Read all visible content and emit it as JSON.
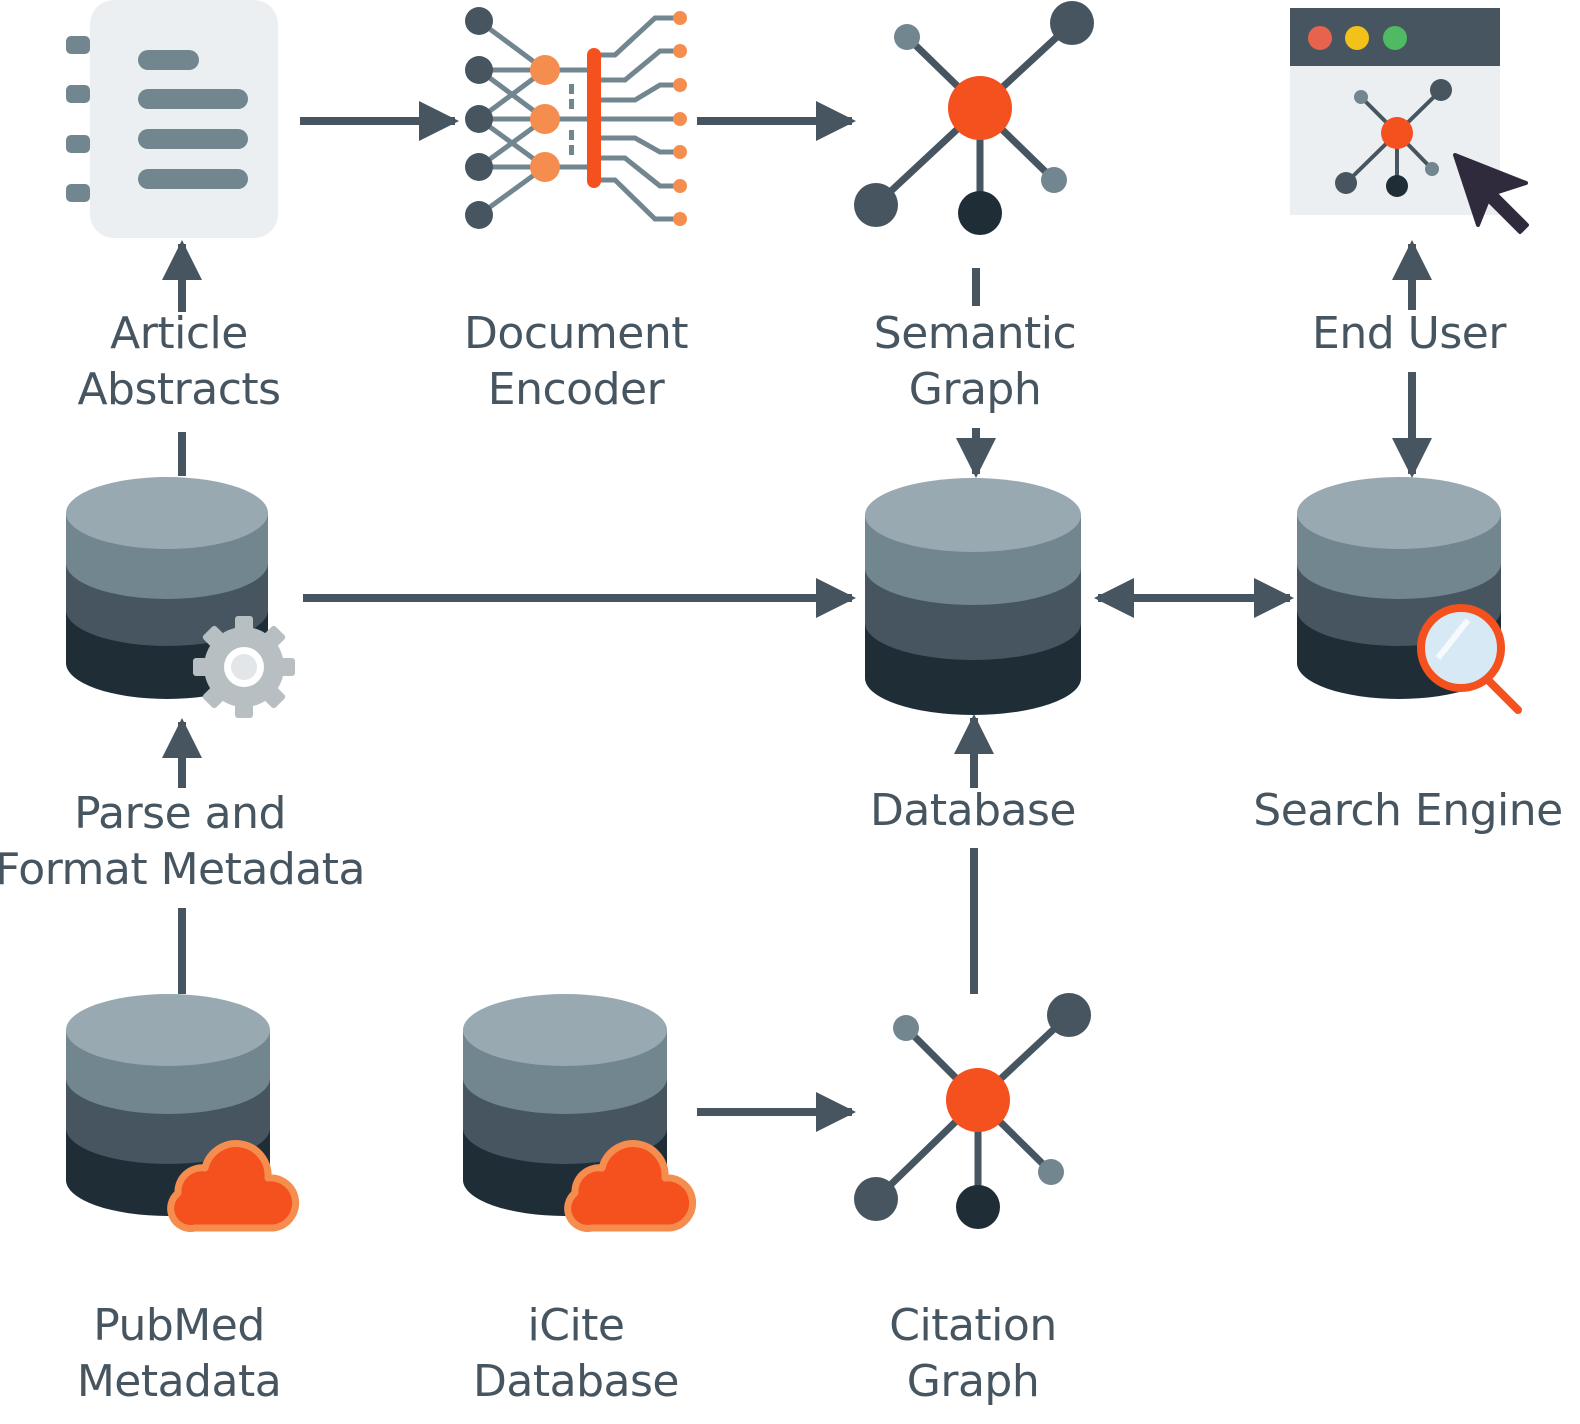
{
  "nodes": {
    "article_abstracts": {
      "label": [
        "Article",
        "Abstracts"
      ],
      "icon": "document-icon"
    },
    "document_encoder": {
      "label": [
        "Document",
        "Encoder"
      ],
      "icon": "neural-network-icon"
    },
    "semantic_graph": {
      "label": [
        "Semantic",
        "Graph"
      ],
      "icon": "network-graph-icon"
    },
    "end_user": {
      "label": [
        "End User"
      ],
      "icon": "browser-window-cursor-icon"
    },
    "parse_format": {
      "label": [
        "Parse and",
        "Format Metadata"
      ],
      "icon": "database-gear-icon"
    },
    "database": {
      "label": [
        "Database"
      ],
      "icon": "database-icon"
    },
    "search_engine": {
      "label": [
        "Search Engine"
      ],
      "icon": "database-search-icon"
    },
    "pubmed": {
      "label": [
        "PubMed",
        "Metadata"
      ],
      "icon": "database-cloud-icon"
    },
    "icite": {
      "label": [
        "iCite",
        "Database"
      ],
      "icon": "database-cloud-icon"
    },
    "citation_graph": {
      "label": [
        "Citation",
        "Graph"
      ],
      "icon": "network-graph-icon"
    }
  },
  "colors": {
    "arrow": "#46555f",
    "accent": "#f4511e",
    "accent_light": "#f58d4f",
    "db_top": "#98a9b2",
    "db_mid1": "#728690",
    "db_mid2": "#46555f",
    "db_bottom": "#1f2d36"
  }
}
